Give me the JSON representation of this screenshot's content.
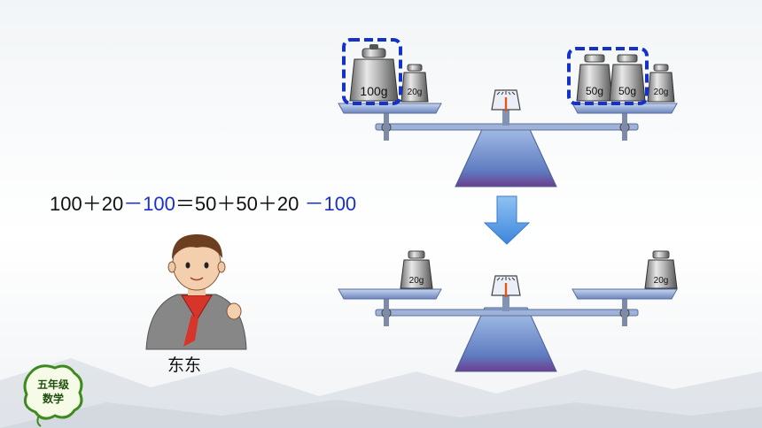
{
  "equation": {
    "left_part": "100＋20",
    "left_sub": "－100",
    "middle_part": "＝50＋50＋20",
    "right_sub": "－100"
  },
  "character": {
    "name": "东东"
  },
  "badge": {
    "line1": "五年级",
    "line2": "数学"
  },
  "scale_top": {
    "left_pan": [
      "100g",
      "20g"
    ],
    "right_pan": [
      "50g",
      "50g",
      "20g"
    ]
  },
  "scale_bottom": {
    "left_pan": [
      "20g"
    ],
    "right_pan": [
      "20g"
    ]
  },
  "colors": {
    "accent_blue": "#1a2fd1",
    "arrow": "#4a90e2",
    "frame_dash": "#1432c8"
  }
}
